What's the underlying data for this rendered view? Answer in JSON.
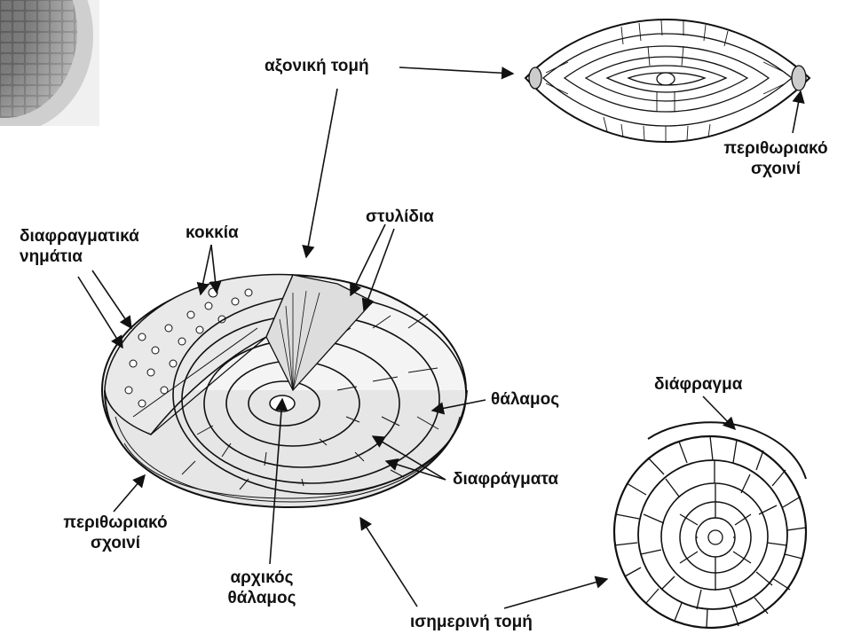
{
  "labels": {
    "axial_section": "αξονική τομή",
    "marginal_cord_top_line1": "περιθωριακό",
    "marginal_cord_top_line2": "σχοινί",
    "septal_filaments_line1": "διαφραγματικά",
    "septal_filaments_line2": "νημάτια",
    "granules": "κοκκία",
    "pillars": "στυλίδια",
    "chamber": "θάλαμος",
    "septa": "διαφράγματα",
    "marginal_cord_left_line1": "περιθωριακό",
    "marginal_cord_left_line2": "σχοινί",
    "initial_chamber_line1": "αρχικός",
    "initial_chamber_line2": "θάλαμος",
    "equatorial_section": "ισημερινή τομή",
    "septum": "διάφραγμα"
  },
  "figures": {
    "photo": "photo-fragment",
    "axial": "axial-section-drawing",
    "cutaway": "cutaway-test-drawing",
    "equatorial": "equatorial-section-drawing"
  }
}
